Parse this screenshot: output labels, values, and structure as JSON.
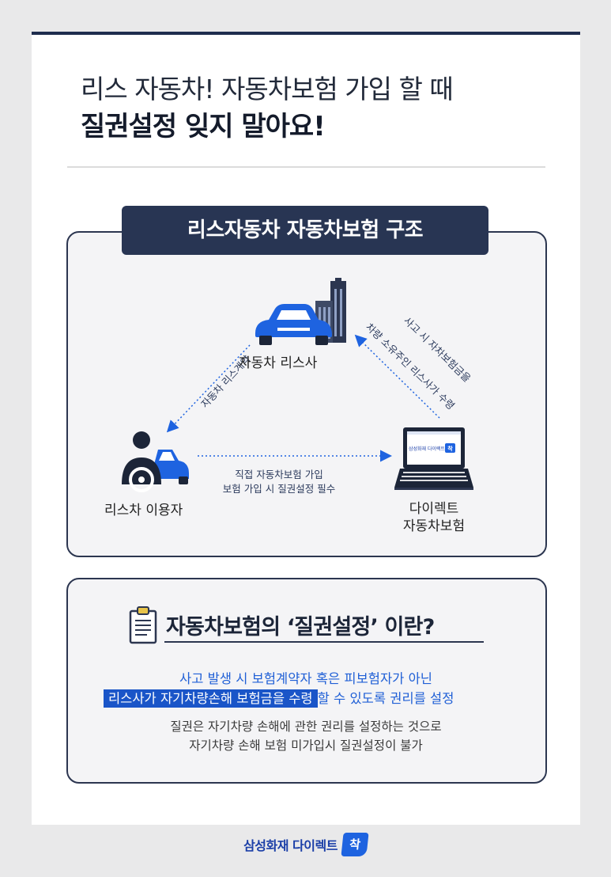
{
  "header": {
    "title_line1": "리스 자동차! 자동차보험 가입 할 때",
    "title_line2": "질권설정 잊지 말아요!"
  },
  "structure": {
    "heading": "리스자동차 자동차보험 구조",
    "node_leasing_company": "자동차 리스사",
    "node_lease_user": "리스차 이용자",
    "node_direct_line1": "다이렉트",
    "node_direct_line2": "자동차보험",
    "laptop_screen_text": "삼성화재 다이렉트",
    "laptop_screen_badge": "착",
    "arrow_left_label": "자동차 리스계약",
    "arrow_right_line1": "사고 시 자차보험금을",
    "arrow_right_line2": "차량 소유주인 리스사가 수령",
    "arrow_bottom_line1": "직접 자동차보험 가입",
    "arrow_bottom_line2": "보험 가입 시 질권설정 필수",
    "colors": {
      "navy": "#283553",
      "icon_blue": "#1e63e0",
      "dark": "#1c2538"
    }
  },
  "definition": {
    "heading": "자동차보험의 ‘질권설정’ 이란?",
    "line1": "사고 발생 시 보험계약자 혹은 피보험자가 아닌",
    "line2_highlight": "리스사가 자기차량손해 보험금을 수령",
    "line2_rest": "할 수 있도록 권리를 설정",
    "line3": "질권은 자기차량 손해에 관한 권리를 설정하는 것으로",
    "line4": "자기차량 손해 보험 미가입시 질권설정이 불가",
    "icon": "clipboard-icon"
  },
  "footer": {
    "brand": "삼성화재 다이렉트",
    "badge": "착"
  }
}
